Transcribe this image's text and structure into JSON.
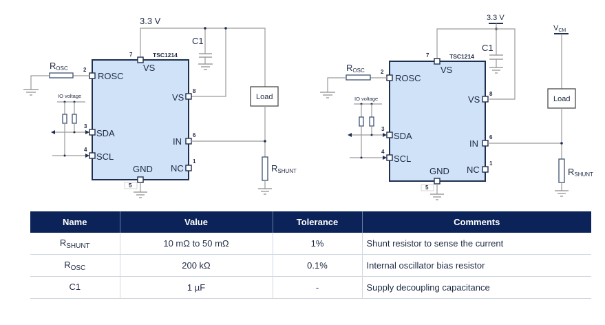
{
  "diagrams": [
    {
      "id": "left",
      "supply_label": "3.3 V",
      "chip_name": "TSC1214",
      "capacitor_label": "C1",
      "rosc_label": {
        "main": "R",
        "sub": "OSC"
      },
      "rshunt_label": {
        "main": "R",
        "sub": "SHUNT"
      },
      "io_voltage_label": "IO voltage",
      "load_label": "Load",
      "pins": [
        {
          "number": "7",
          "name": "VS"
        },
        {
          "number": "2",
          "name": "ROSC"
        },
        {
          "number": "8",
          "name": "VS"
        },
        {
          "number": "3",
          "name": "SDA"
        },
        {
          "number": "6",
          "name": "IN"
        },
        {
          "number": "4",
          "name": "SCL"
        },
        {
          "number": "1",
          "name": "NC"
        },
        {
          "number": "5",
          "name": "GND"
        }
      ]
    },
    {
      "id": "right",
      "supply_label": "3.3 V",
      "vcm_label": {
        "main": "V",
        "sub": "CM"
      },
      "chip_name": "TSC1214",
      "capacitor_label": "C1",
      "rosc_label": {
        "main": "R",
        "sub": "OSC"
      },
      "rshunt_label": {
        "main": "R",
        "sub": "SHUNT"
      },
      "io_voltage_label": "IO voltage",
      "load_label": "Load",
      "pins": [
        {
          "number": "7",
          "name": "VS"
        },
        {
          "number": "2",
          "name": "ROSC"
        },
        {
          "number": "8",
          "name": "VS"
        },
        {
          "number": "3",
          "name": "SDA"
        },
        {
          "number": "6",
          "name": "IN"
        },
        {
          "number": "4",
          "name": "SCL"
        },
        {
          "number": "1",
          "name": "NC"
        },
        {
          "number": "5",
          "name": "GND"
        }
      ]
    }
  ],
  "table": {
    "headers": [
      "Name",
      "Value",
      "Tolerance",
      "Comments"
    ],
    "header_bg": "#0b2359",
    "rows": [
      {
        "name_main": "R",
        "name_sub": "SHUNT",
        "value": "10 mΩ to 50 mΩ",
        "tolerance": "1%",
        "comment": "Shunt resistor to sense the current"
      },
      {
        "name_main": "R",
        "name_sub": "OSC",
        "value": "200 kΩ",
        "tolerance": "0.1%",
        "comment": "Internal oscillator bias resistor"
      },
      {
        "name_main": "C1",
        "name_sub": "",
        "value": "1 µF",
        "tolerance": "-",
        "comment": "Supply decoupling capacitance"
      }
    ]
  }
}
